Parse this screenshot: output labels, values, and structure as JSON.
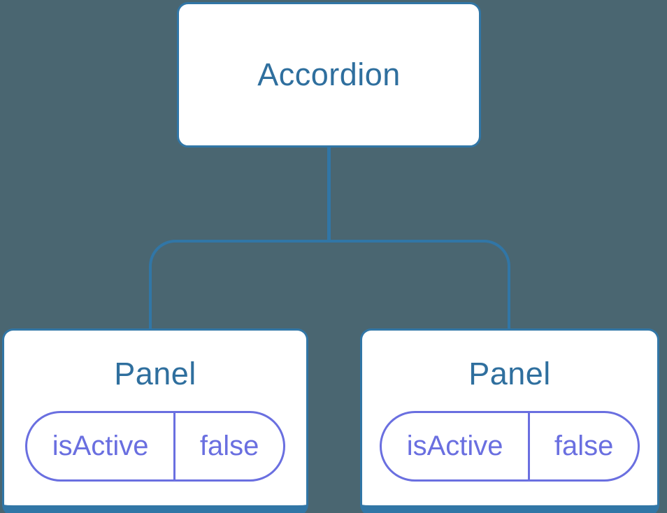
{
  "colors": {
    "bg": "#4A6671",
    "line": "#3176A6",
    "heading": "#2F6F9E",
    "accent": "#6A6FE0",
    "node-bg": "#FFFFFF"
  },
  "tree": {
    "root": {
      "label": "Accordion"
    },
    "panels": [
      {
        "label": "Panel",
        "state": {
          "name": "isActive",
          "value": "false"
        }
      },
      {
        "label": "Panel",
        "state": {
          "name": "isActive",
          "value": "false"
        }
      }
    ]
  }
}
